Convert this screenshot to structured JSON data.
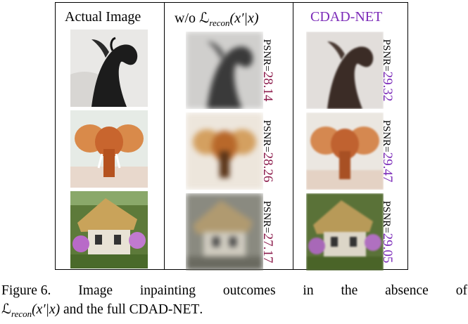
{
  "headers": {
    "actual": "Actual Image",
    "ablation": "w/o ℒ",
    "ablation_sub": "recon",
    "ablation_arg": "(x′|x)",
    "full_prefix": "CDAD-N",
    "full_suffix": "ET"
  },
  "rows": [
    {
      "name": "horse",
      "psnr_without": "28.14",
      "psnr_full": "29.32"
    },
    {
      "name": "elephant",
      "psnr_without": "28.26",
      "psnr_full": "29.47"
    },
    {
      "name": "cottage",
      "psnr_without": "27.17",
      "psnr_full": "29.05"
    }
  ],
  "psnr_label": "PSNR=",
  "caption": {
    "fig_label": "Figure 6.",
    "words": [
      "Image",
      "inpainting",
      "outcomes",
      "in",
      "the",
      "absence",
      "of"
    ],
    "math_main": "ℒ",
    "math_sub": "recon",
    "math_arg": "(x′|x)",
    "tail": " and the full CDAD-N",
    "tail_sc": "ET",
    "tail_end": "."
  },
  "colors": {
    "psnr_ablation": "#8b1a4a",
    "psnr_full": "#7b2ab8",
    "header_full": "#7b2ab8"
  }
}
